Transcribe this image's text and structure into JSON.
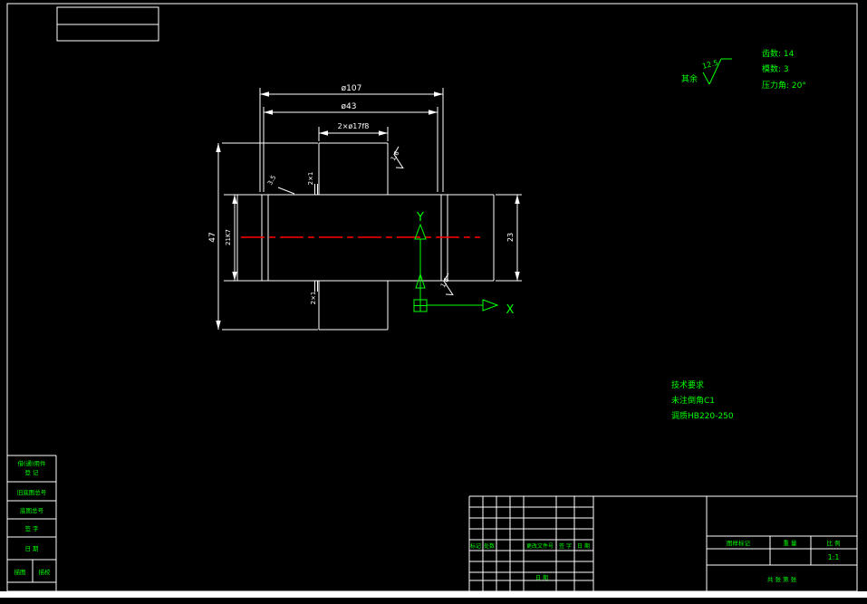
{
  "colors": {
    "background": "#000000",
    "lines": "#ffffff",
    "annotations": "#00ff00",
    "centerline": "#ff0000"
  },
  "gear_table": {
    "teeth": "齿数: 14",
    "module": "模数: 3",
    "pressure_angle": "压力角: 20°"
  },
  "surface_finish": {
    "others": "其余",
    "value": "12.5"
  },
  "technical_requirements": {
    "title": "技术要求",
    "item1": "未注倒角C1",
    "item2": "调质HB220-250"
  },
  "dimensions": {
    "outer_dia": "ø107",
    "mid_dia": "ø43",
    "holes": "2×ø17f8",
    "overall_len": "47",
    "bore": "21K7",
    "hub_width": "23",
    "chamfer": "3.5",
    "groove_top": "2×1",
    "groove_bottom": "2×1",
    "roughness_top": "1.6",
    "roughness_bottom": "1.6"
  },
  "ucs": {
    "x_axis": "X",
    "y_axis": "Y"
  },
  "left_strip": {
    "borrow_line1": "借(通)用件",
    "borrow_line2": "登 记",
    "old_base_no": "旧底图总号",
    "base_no": "底图总号",
    "sign": "签 字",
    "date": "日 期",
    "trace": "描图",
    "trace_check": "描校"
  },
  "title_block": {
    "mark": "标记",
    "count": "处数",
    "change_doc": "更改文件号",
    "sign": "签 字",
    "date": "日 期",
    "bottom_date": "日 期",
    "stage_mark": "图样标记",
    "weight": "重 量",
    "scale": "比 例",
    "scale_value": "1:1",
    "sheets": "共 张 第 张"
  }
}
